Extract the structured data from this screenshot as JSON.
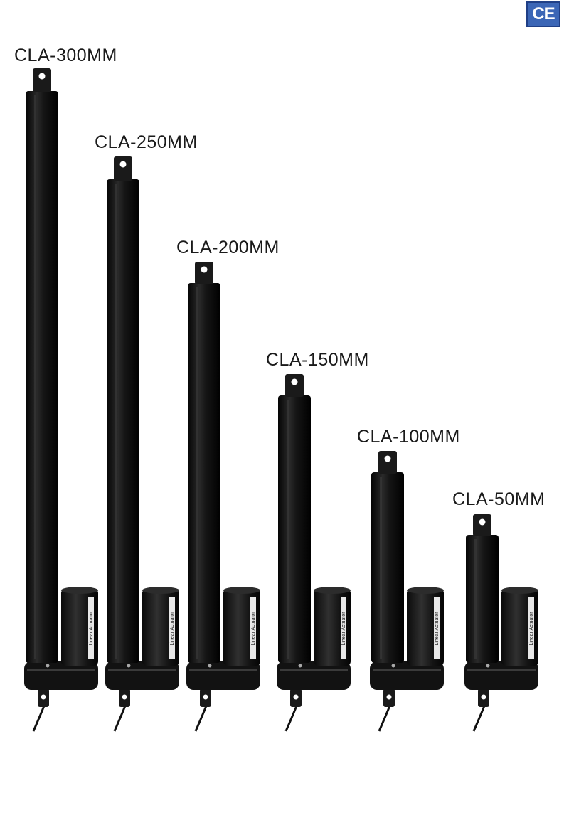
{
  "badge": {
    "text": "CE",
    "color": "#3b66b6"
  },
  "actuators": [
    {
      "label": "CLA-300MM",
      "motor_text": "Linear Actuator"
    },
    {
      "label": "CLA-250MM",
      "motor_text": "Linear Actuator"
    },
    {
      "label": "CLA-200MM",
      "motor_text": "Linear Actuator"
    },
    {
      "label": "CLA-150MM",
      "motor_text": "Linear Actuator"
    },
    {
      "label": "CLA-100MM",
      "motor_text": "Linear Actuator"
    },
    {
      "label": "CLA-50MM",
      "motor_text": "Linear Actuator"
    }
  ]
}
